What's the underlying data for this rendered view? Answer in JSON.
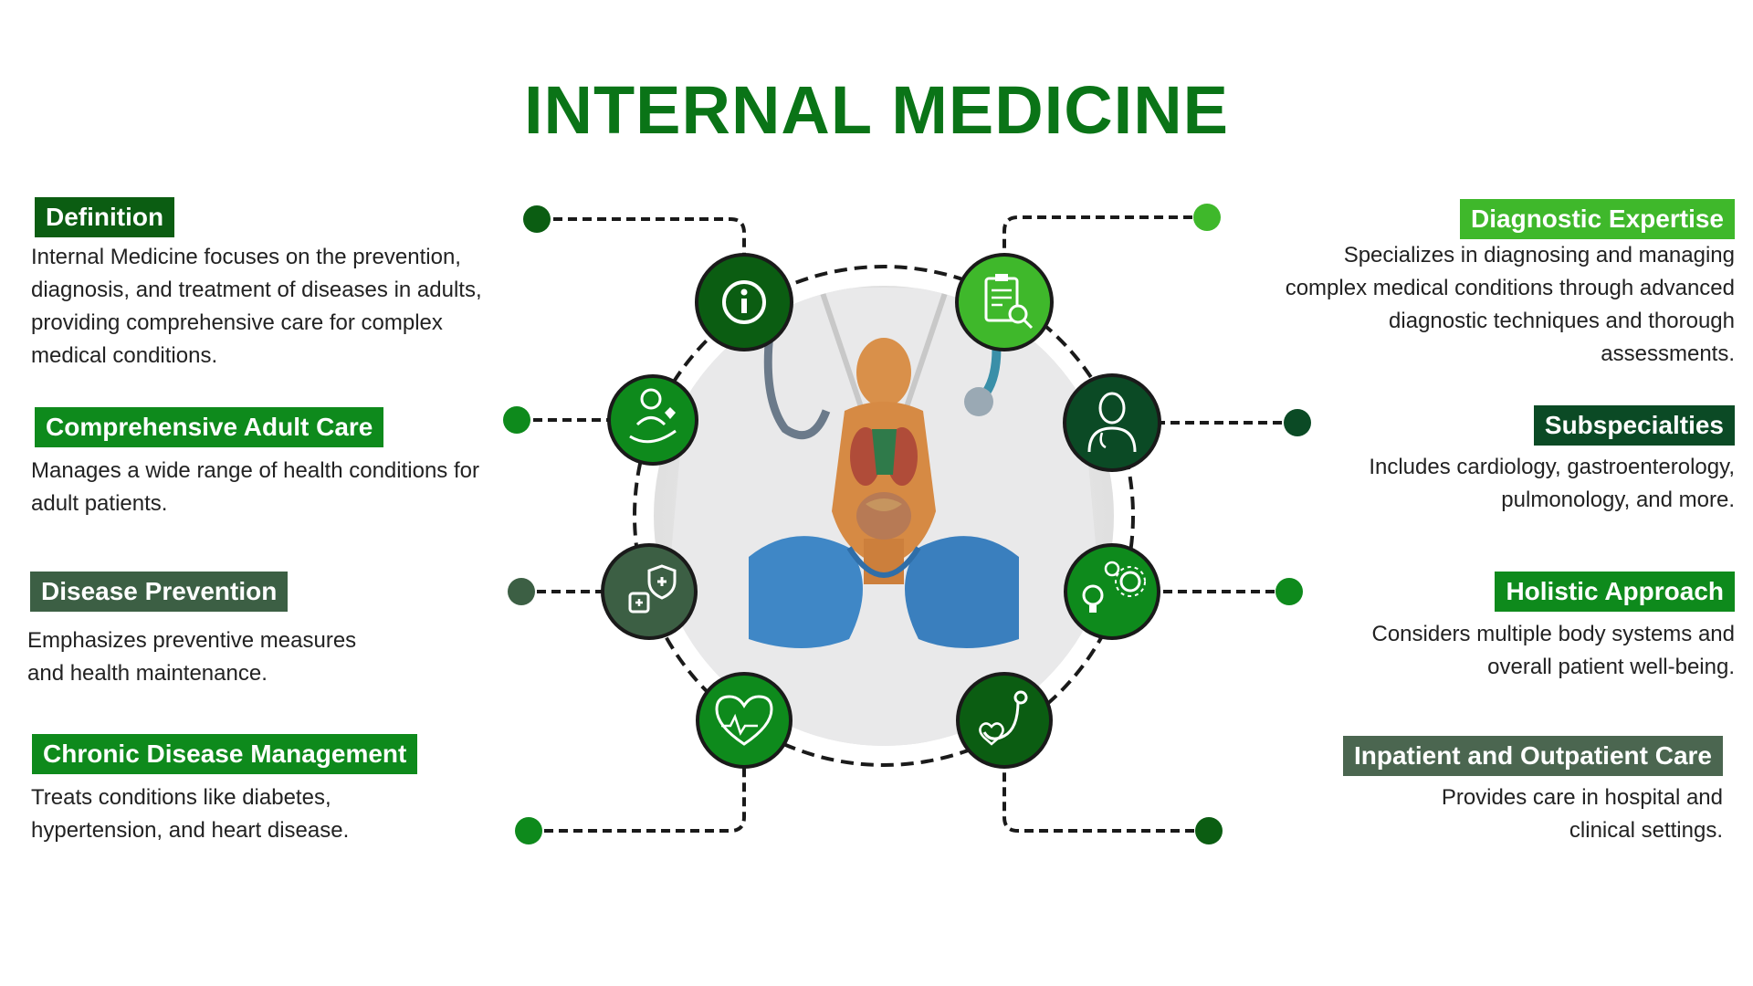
{
  "title": "INTERNAL MEDICINE",
  "colors": {
    "title": "#0a7417",
    "dark_green": "#0b5d12",
    "green": "#0e8a1c",
    "light_green": "#3fb82b",
    "deep_green": "#0b4a25",
    "slate_green": "#3c5f44",
    "gray_green": "#4b6650"
  },
  "left_items": [
    {
      "label": "Definition",
      "description": "Internal Medicine focuses on the prevention, diagnosis, and treatment of diseases in adults, providing comprehensive care for complex medical conditions.",
      "icon": "info-icon"
    },
    {
      "label": "Comprehensive Adult Care",
      "description": "Manages a wide range of health conditions for adult patients.",
      "icon": "patient-care-icon"
    },
    {
      "label": "Disease Prevention",
      "description": "Emphasizes preventive measures and health maintenance.",
      "icon": "prevention-shield-icon"
    },
    {
      "label": "Chronic Disease Management",
      "description": "Treats conditions like diabetes, hypertension, and heart disease.",
      "icon": "heart-icon"
    }
  ],
  "right_items": [
    {
      "label": "Diagnostic Expertise",
      "description": "Specializes in diagnosing and managing complex medical conditions through advanced diagnostic techniques and thorough assessments.",
      "icon": "clipboard-magnifier-icon"
    },
    {
      "label": "Subspecialties",
      "description": "Includes cardiology, gastroenterology, pulmonology, and more.",
      "icon": "doctor-icon"
    },
    {
      "label": "Holistic Approach",
      "description": "Considers multiple body systems and overall patient well-being.",
      "icon": "gears-bulb-icon"
    },
    {
      "label": "Inpatient and Outpatient Care",
      "description": "Provides care in hospital and clinical settings.",
      "icon": "stethoscope-icon"
    }
  ],
  "center_image": "doctor-holding-anatomy-model"
}
